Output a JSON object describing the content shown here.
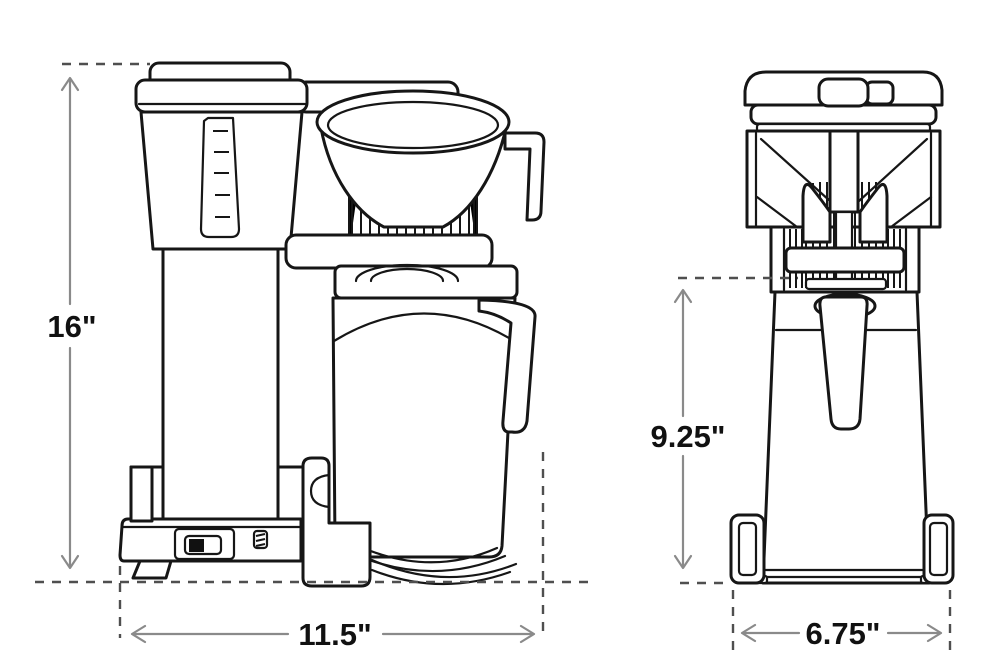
{
  "diagram": {
    "dimensions": {
      "side_view": {
        "height": "16\"",
        "width": "11.5\""
      },
      "front_view": {
        "height": "9.25\"",
        "width": "6.75\""
      }
    },
    "colors": {
      "outline": "#161616",
      "dimension_line": "#8a8a8a",
      "dash_line": "#4f4f4f",
      "label_text": "#111111",
      "background": "#ffffff"
    }
  }
}
